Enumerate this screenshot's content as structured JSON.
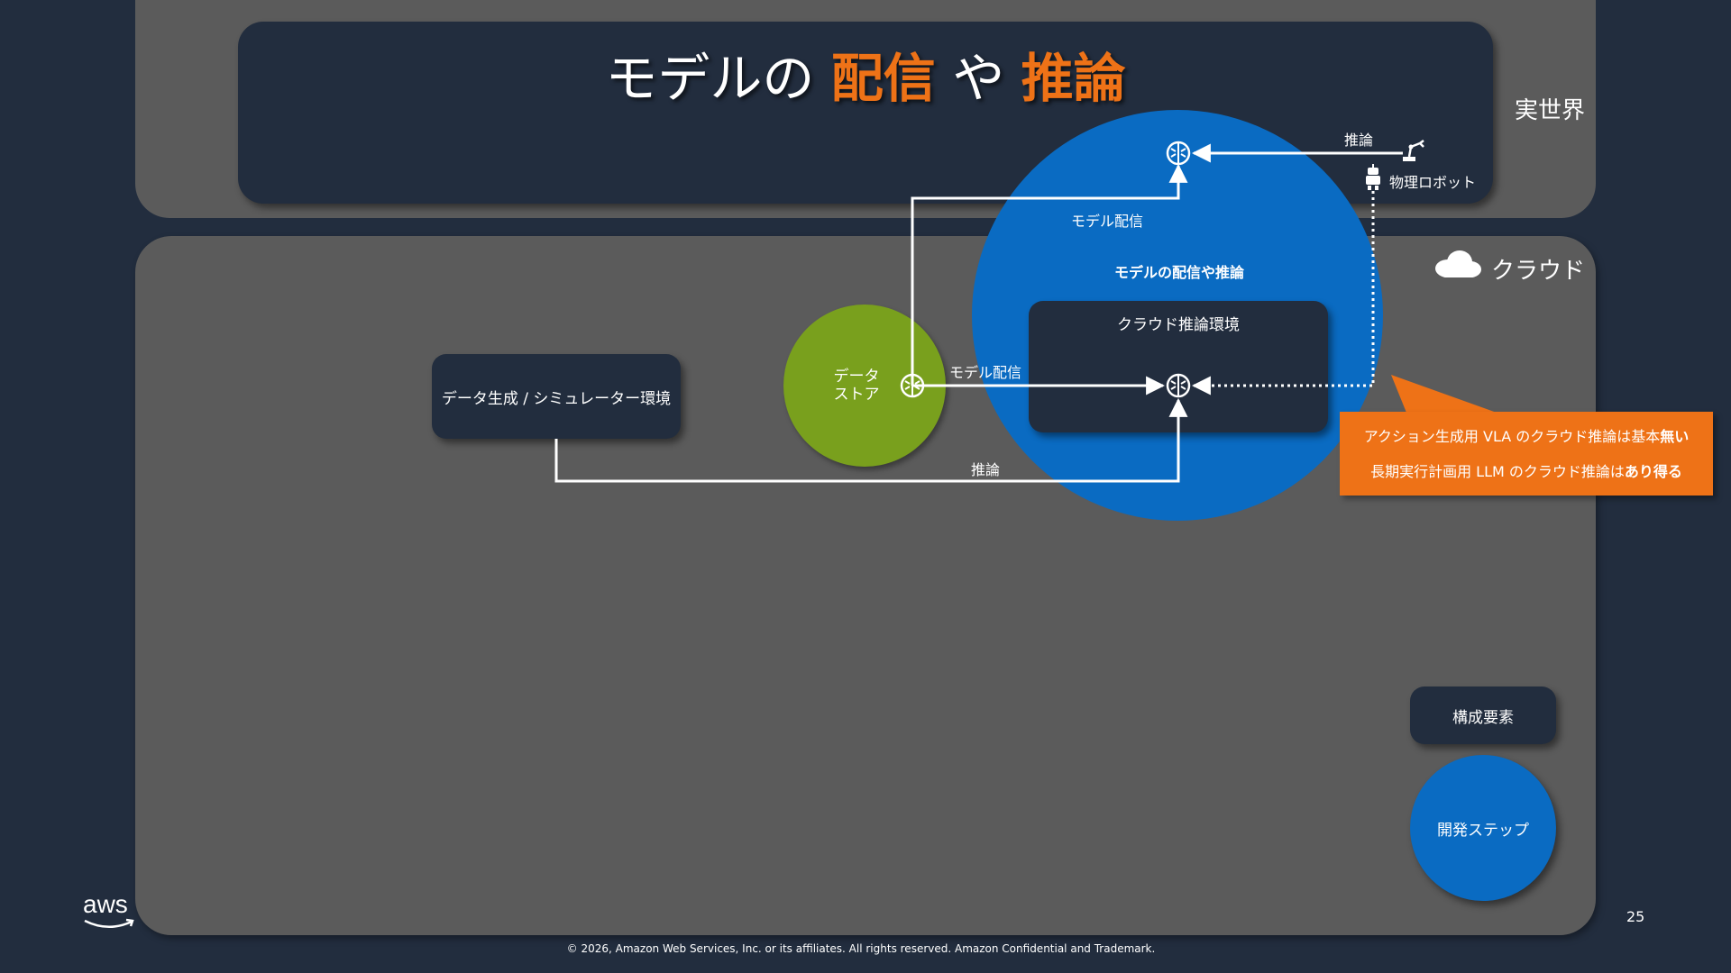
{
  "title": {
    "part1": "モデルの",
    "highlight1": "配信",
    "part2": "や",
    "highlight2": "推論"
  },
  "regions": {
    "real_world": "実世界",
    "cloud": "クラウド"
  },
  "nodes": {
    "data_gen": "データ生成 / シミュレーター環境",
    "data_store_line1": "データ",
    "data_store_line2": "ストア",
    "serving_circle": "モデルの配信や推論",
    "cloud_inference": "クラウド推論環境",
    "robot": "物理ロボット"
  },
  "edges": {
    "model_delivery_top": "モデル配信",
    "model_delivery_mid": "モデル配信",
    "inference_top": "推論",
    "inference_bottom": "推論"
  },
  "callout": {
    "line1_normal": "アクション生成用 VLA のクラウド推論は基本",
    "line1_bold": "無い",
    "line2_normal": "長期実行計画用 LLM のクラウド推論は",
    "line2_bold": "あり得る"
  },
  "legend": {
    "component": "構成要素",
    "dev_step": "開発ステップ"
  },
  "footer": {
    "copyright": "© 2026, Amazon Web Services, Inc. or its affiliates. All rights reserved. Amazon Confidential and Trademark.",
    "page_number": "25",
    "logo": "aws"
  },
  "icons": [
    "brain-icon",
    "robot-arm-icon",
    "robot-icon",
    "cloud-icon",
    "aws-logo"
  ],
  "colors": {
    "background": "#222d3e",
    "panel": "#5b5b5b",
    "accent_orange": "#ee7217",
    "blue": "#0a6bc2",
    "green": "#79a01d"
  }
}
